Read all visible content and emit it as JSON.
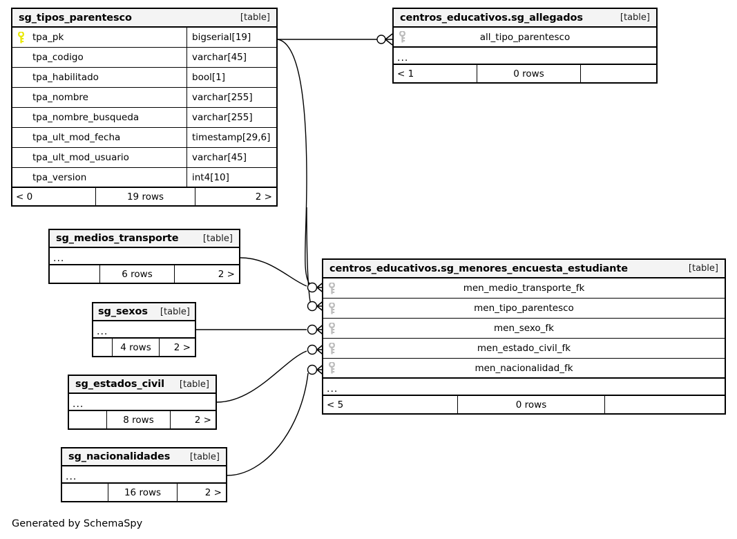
{
  "diagram": {
    "generator_credit": "Generated by SchemaSpy",
    "type_label": "[table]",
    "ellipsis": "...",
    "colors": {
      "header_background": "#f4f4f4",
      "border": "#000000",
      "pk_key_icon": "#e8e800",
      "fk_key_icon": "#bbbbbb",
      "page_background": "#ffffff"
    }
  },
  "tables": [
    {
      "id": "sg_tipos_parentesco",
      "name": "sg_tipos_parentesco",
      "type_label": "[table]",
      "columns": [
        {
          "key": "pk",
          "name": "tpa_pk",
          "type": "bigserial[19]"
        },
        {
          "key": "none",
          "name": "tpa_codigo",
          "type": "varchar[45]"
        },
        {
          "key": "none",
          "name": "tpa_habilitado",
          "type": "bool[1]"
        },
        {
          "key": "none",
          "name": "tpa_nombre",
          "type": "varchar[255]"
        },
        {
          "key": "none",
          "name": "tpa_nombre_busqueda",
          "type": "varchar[255]"
        },
        {
          "key": "none",
          "name": "tpa_ult_mod_fecha",
          "type": "timestamp[29,6]"
        },
        {
          "key": "none",
          "name": "tpa_ult_mod_usuario",
          "type": "varchar[45]"
        },
        {
          "key": "none",
          "name": "tpa_version",
          "type": "int4[10]"
        }
      ],
      "has_ellipsis": false,
      "footer": {
        "left": "< 0",
        "middle": "19 rows",
        "right": "2 >"
      }
    },
    {
      "id": "sg_allegados",
      "name": "centros_educativos.sg_allegados",
      "type_label": "[table]",
      "columns": [
        {
          "key": "fk",
          "name": "all_tipo_parentesco",
          "type": ""
        }
      ],
      "has_ellipsis": true,
      "footer": {
        "left": "< 1",
        "middle": "0 rows",
        "right": ""
      }
    },
    {
      "id": "sg_medios_transporte",
      "name": "sg_medios_transporte",
      "type_label": "[table]",
      "columns": [],
      "has_ellipsis": true,
      "footer": {
        "left": "",
        "middle": "6 rows",
        "right": "2 >"
      }
    },
    {
      "id": "sg_sexos",
      "name": "sg_sexos",
      "type_label": "[table]",
      "columns": [],
      "has_ellipsis": true,
      "footer": {
        "left": "",
        "middle": "4 rows",
        "right": "2 >"
      }
    },
    {
      "id": "sg_estados_civil",
      "name": "sg_estados_civil",
      "type_label": "[table]",
      "columns": [],
      "has_ellipsis": true,
      "footer": {
        "left": "",
        "middle": "8 rows",
        "right": "2 >"
      }
    },
    {
      "id": "sg_nacionalidades",
      "name": "sg_nacionalidades",
      "type_label": "[table]",
      "columns": [],
      "has_ellipsis": true,
      "footer": {
        "left": "",
        "middle": "16 rows",
        "right": "2 >"
      }
    },
    {
      "id": "sg_menores_encuesta_estudiante",
      "name": "centros_educativos.sg_menores_encuesta_estudiante",
      "type_label": "[table]",
      "columns": [
        {
          "key": "fk",
          "name": "men_medio_transporte_fk",
          "type": ""
        },
        {
          "key": "fk",
          "name": "men_tipo_parentesco",
          "type": ""
        },
        {
          "key": "fk",
          "name": "men_sexo_fk",
          "type": ""
        },
        {
          "key": "fk",
          "name": "men_estado_civil_fk",
          "type": ""
        },
        {
          "key": "fk",
          "name": "men_nacionalidad_fk",
          "type": ""
        }
      ],
      "has_ellipsis": true,
      "footer": {
        "left": "< 5",
        "middle": "0 rows",
        "right": ""
      }
    }
  ],
  "relationships": [
    {
      "from": "sg_tipos_parentesco.tpa_pk",
      "to": "sg_allegados.all_tipo_parentesco"
    },
    {
      "from": "sg_tipos_parentesco.tpa_pk",
      "to": "sg_menores_encuesta_estudiante.men_tipo_parentesco"
    },
    {
      "from": "sg_medios_transporte",
      "to": "sg_menores_encuesta_estudiante.men_medio_transporte_fk"
    },
    {
      "from": "sg_sexos",
      "to": "sg_menores_encuesta_estudiante.men_sexo_fk"
    },
    {
      "from": "sg_estados_civil",
      "to": "sg_menores_encuesta_estudiante.men_estado_civil_fk"
    },
    {
      "from": "sg_nacionalidades",
      "to": "sg_menores_encuesta_estudiante.men_nacionalidad_fk"
    }
  ]
}
